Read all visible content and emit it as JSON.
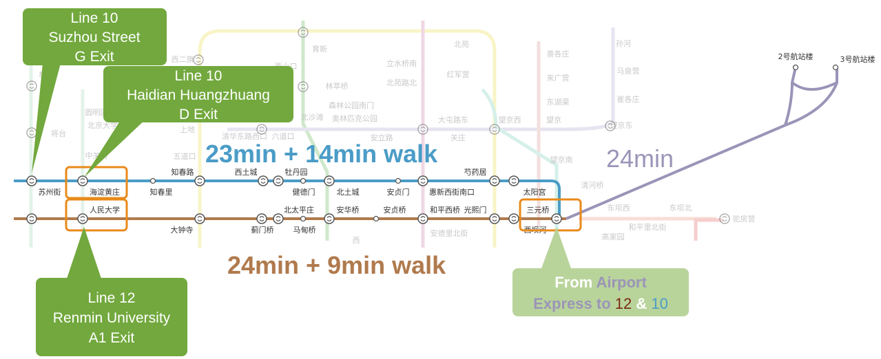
{
  "colors": {
    "line10": "#4a9cc7",
    "line12": "#b07a4d",
    "airport": "#9b94b8",
    "callout": "#72a83d",
    "highlight": "#e88a1a",
    "express_box": "#b9d49b",
    "express_red": "#7a2a0f"
  },
  "labels": {
    "time_line10": "23min + 14min walk",
    "time_line12": "24min + 9min walk",
    "time_airport": "24min"
  },
  "callouts": {
    "suzhou": [
      "Line 10",
      "Suzhou Street",
      "G Exit"
    ],
    "haidian": [
      "Line 10",
      "Haidian Huangzhuang",
      "D Exit"
    ],
    "renmin": [
      "Line 12",
      "Renmin University",
      "A1 Exit"
    ]
  },
  "express": {
    "from": "From ",
    "airport": "Airport",
    "express_to": "Express to ",
    "l12": "12",
    "amp": " & ",
    "l10": "10"
  },
  "stations": {
    "line10": [
      "苏州街",
      "海淀黄庄",
      "知春里",
      "知春路",
      "西土城",
      "牡丹园",
      "健德门",
      "北土城",
      "安贞门",
      "惠新西街南口",
      "芍药居",
      "太阳宫"
    ],
    "line12": [
      "人民大学",
      "大钟寺",
      "蓟门桥",
      "北太平庄",
      "马甸桥",
      "安华桥",
      "安贞桥",
      "和平西桥",
      "光熙门",
      "三元桥",
      "西坝河"
    ],
    "airport": [
      "2号航站楼",
      "3号航站楼"
    ],
    "background": [
      "西二旗",
      "育新",
      "西小口",
      "立水桥南",
      "北苑",
      "孙河",
      "林萃桥",
      "北苑路北",
      "红军营",
      "善各庄",
      "马泉营",
      "来广营",
      "森林公园南门",
      "圆明园",
      "崔各庄",
      "东湖渠",
      "北京大学东门",
      "北沙滩",
      "奥林匹克公园",
      "大屯路东",
      "望京西",
      "望京",
      "望京东",
      "清华东路西口",
      "六道口",
      "上地",
      "五道口",
      "安立路",
      "关庄",
      "中关村",
      "望京南",
      "清河桥",
      "将台",
      "高家园",
      "东坝西",
      "东坝北",
      "驼房营",
      "和平里北街",
      "安德里北街",
      "西",
      "桥"
    ]
  }
}
